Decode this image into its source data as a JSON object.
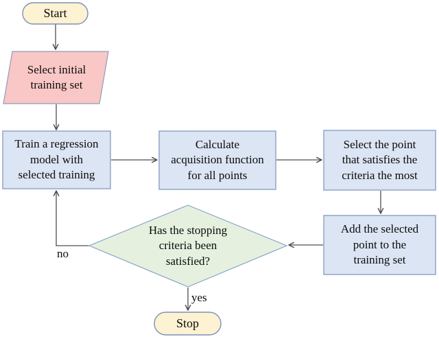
{
  "diagram": {
    "nodes": {
      "start": {
        "label": "Start"
      },
      "select_initial": {
        "label": "Select initial\ntraining set"
      },
      "train": {
        "label": "Train a regression\nmodel with\nselected training"
      },
      "calculate": {
        "label": "Calculate\nacquisition function\nfor all points"
      },
      "select_point": {
        "label": "Select the point\nthat satisfies the\ncriteria the most"
      },
      "add_point": {
        "label": "Add the selected\npoint to the\ntraining set"
      },
      "decision": {
        "label": "Has the stopping\ncriteria been\nsatisfied?"
      },
      "stop": {
        "label": "Stop"
      }
    },
    "edge_labels": {
      "no": "no",
      "yes": "yes"
    },
    "colors": {
      "terminal_fill": "#fdf2d2",
      "terminal_border": "#7d8fba",
      "io_fill": "#f9c7c5",
      "io_border": "#8d9cbb",
      "process_fill": "#dce5f3",
      "process_border": "#8aa0c6",
      "decision_fill": "#e5f0df",
      "decision_border": "#8aa3c8",
      "arrow": "#4d4d4d",
      "text": "#0b0b0b"
    }
  }
}
